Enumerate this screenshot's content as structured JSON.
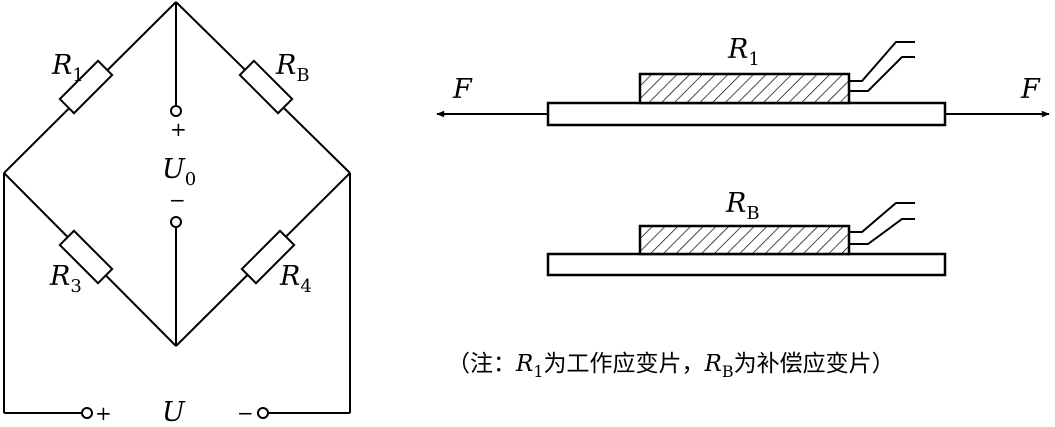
{
  "bridge": {
    "r1": {
      "main": "R",
      "sub": "1"
    },
    "rb": {
      "main": "R",
      "sub": "B"
    },
    "r3": {
      "main": "R",
      "sub": "3"
    },
    "r4": {
      "main": "R",
      "sub": "4"
    },
    "u0": {
      "main": "U",
      "sub": "0"
    },
    "u0_plus": "+",
    "u0_minus": "−",
    "supply": "U",
    "supply_plus": "+",
    "supply_minus": "−"
  },
  "work_gauge": {
    "main": "R",
    "sub": "1",
    "force_left": "F",
    "force_right": "F"
  },
  "comp_gauge": {
    "main": "R",
    "sub": "B"
  },
  "note": {
    "open": "（注：",
    "r1_main": "R",
    "r1_sub": "1",
    "r1_desc": "为工作应变片，",
    "rb_main": "R",
    "rb_sub": "B",
    "rb_desc": "为补偿应变片）"
  }
}
